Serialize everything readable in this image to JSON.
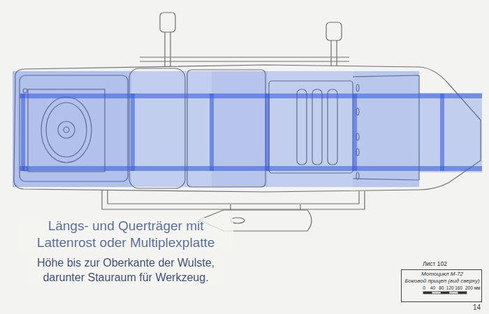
{
  "diagram": {
    "nodes": [
      {
        "text": [
          "Лист 102",
          "Мотоцикл М-72",
          "Боковой прицеп (вид сверху)",
          "0",
          "40",
          "80",
          "120",
          "160",
          "200 мм"
        ]
      }
    ],
    "labels": [
      "Längs- und Querträger mit Lattenrost oder Multiplexplatte",
      "Höhe bis zur Oberkante der Wulste, darunter Stauraum für Werkzeug.",
      "14"
    ]
  }
}
